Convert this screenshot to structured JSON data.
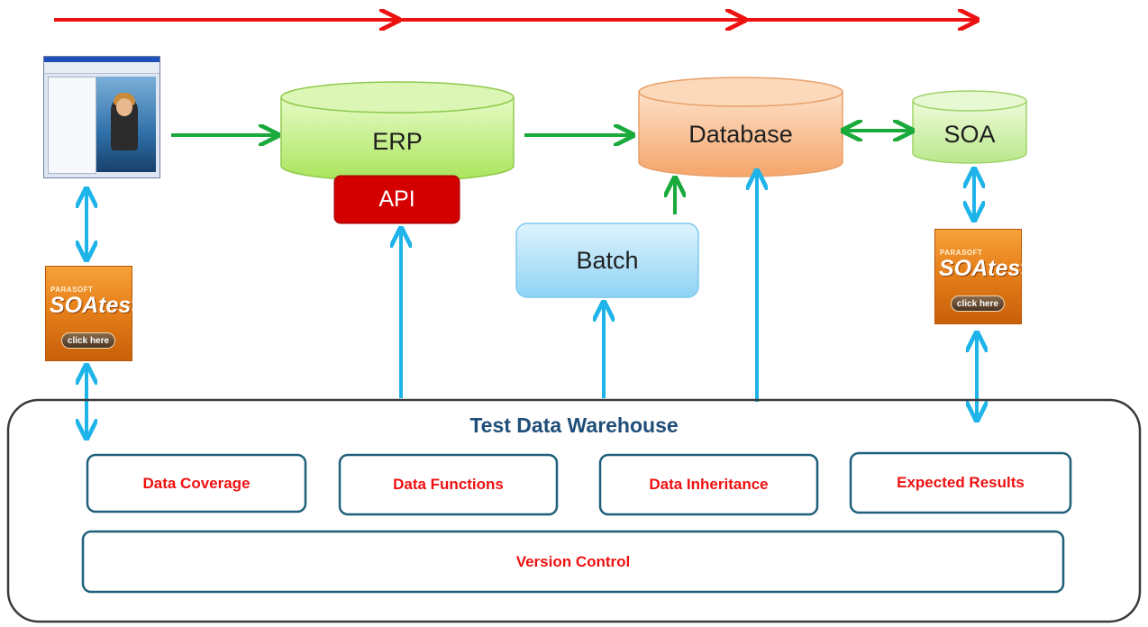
{
  "nodes": {
    "erp": "ERP",
    "api": "API",
    "database": "Database",
    "soa": "SOA",
    "batch": "Batch"
  },
  "soatest_logo": {
    "brand": "PARASOFT",
    "name": "SOAtest",
    "button": "click here"
  },
  "warehouse": {
    "title": "Test Data Warehouse",
    "boxes": [
      "Data Coverage",
      "Data Functions",
      "Data Inheritance",
      "Expected Results"
    ],
    "version_control": "Version Control"
  },
  "colors": {
    "flow_arrow": "#ee1111",
    "data_arrow": "#1aaa3c",
    "link_arrow": "#1eb4ea",
    "box_border": "#1f5f7a",
    "label_text": "#ee1111",
    "api_fill": "#d40000",
    "erp_fill": "#c6f08a",
    "database_fill": "#fbbf90",
    "batch_fill": "#bfe6fb"
  }
}
